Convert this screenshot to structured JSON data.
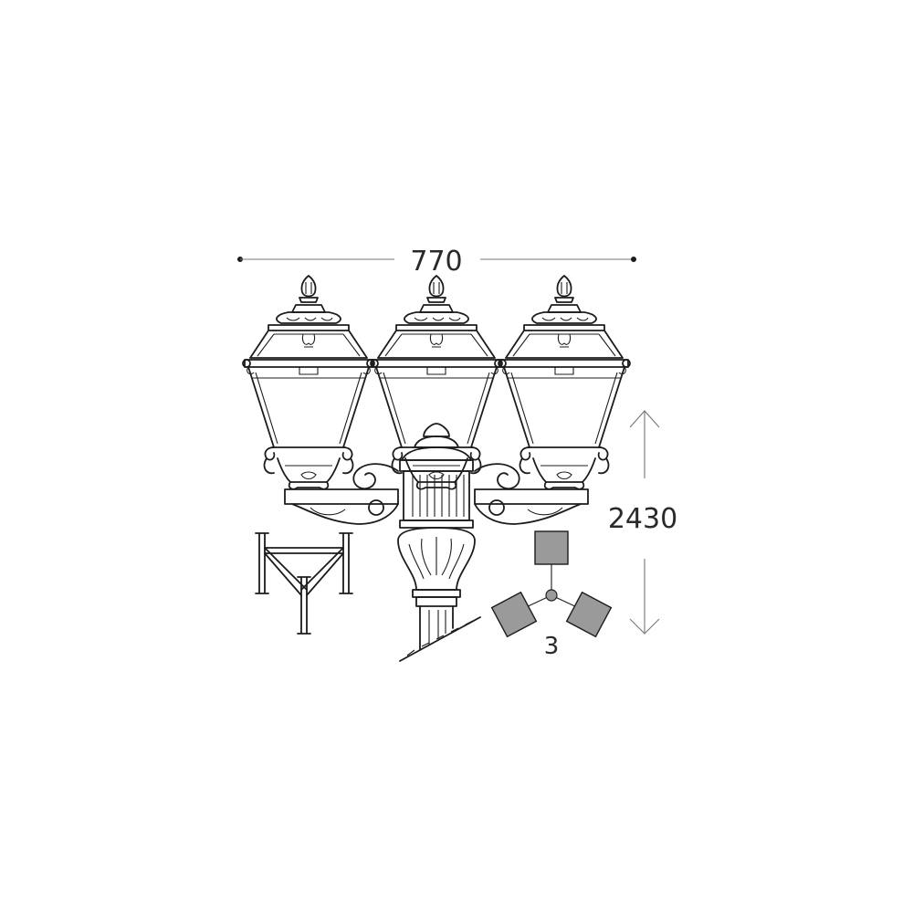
{
  "dimensions": {
    "width_label": "770",
    "height_label": "2430"
  },
  "arms": {
    "count_label": "3"
  },
  "colors": {
    "ink": "#1c1c1c",
    "dimension_line": "#777777",
    "plan_fill": "#9a9a9a"
  }
}
